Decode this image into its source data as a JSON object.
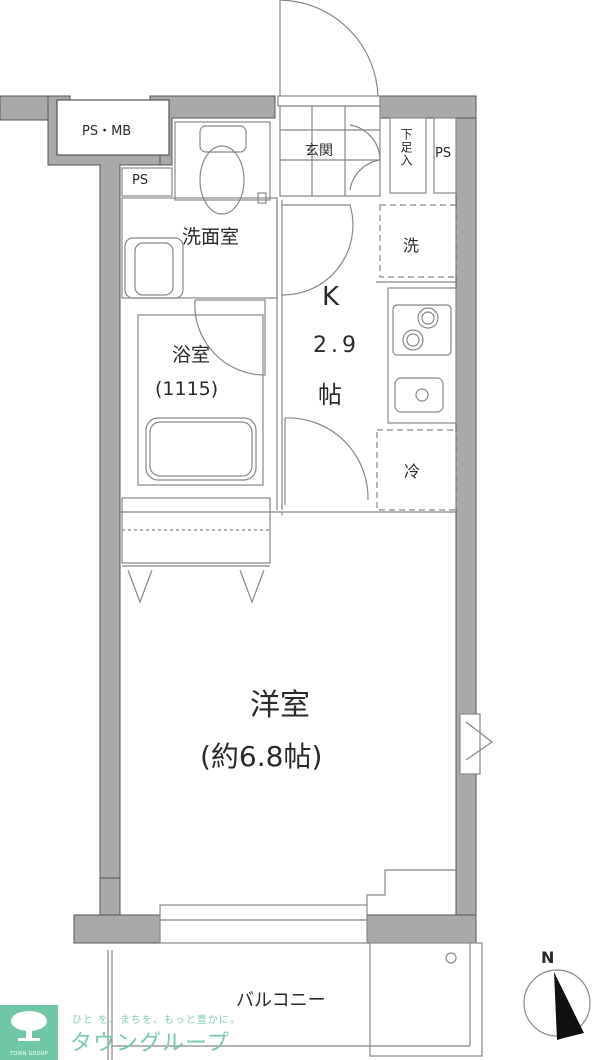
{
  "floorplan": {
    "rooms": {
      "entrance": "玄関",
      "shoe_storage": "下足入",
      "ps_mb": "PS・MB",
      "ps_left": "PS",
      "ps_right": "PS",
      "washroom": "洗面室",
      "bathroom": "浴室",
      "bathroom_size": "(1115)",
      "kitchen": "K",
      "kitchen_size": "2.9",
      "kitchen_unit": "帖",
      "washer": "洗",
      "fridge": "冷",
      "western_room": "洋室",
      "western_room_size": "(約6.8帖)",
      "balcony": "バルコニー"
    },
    "compass": {
      "label": "N"
    }
  },
  "branding": {
    "logo_caption": "TOWN GROUP",
    "tagline": "ひと を、まちを、もっと豊かに。",
    "name": "タウングループ",
    "color": "#6fc7a5"
  }
}
